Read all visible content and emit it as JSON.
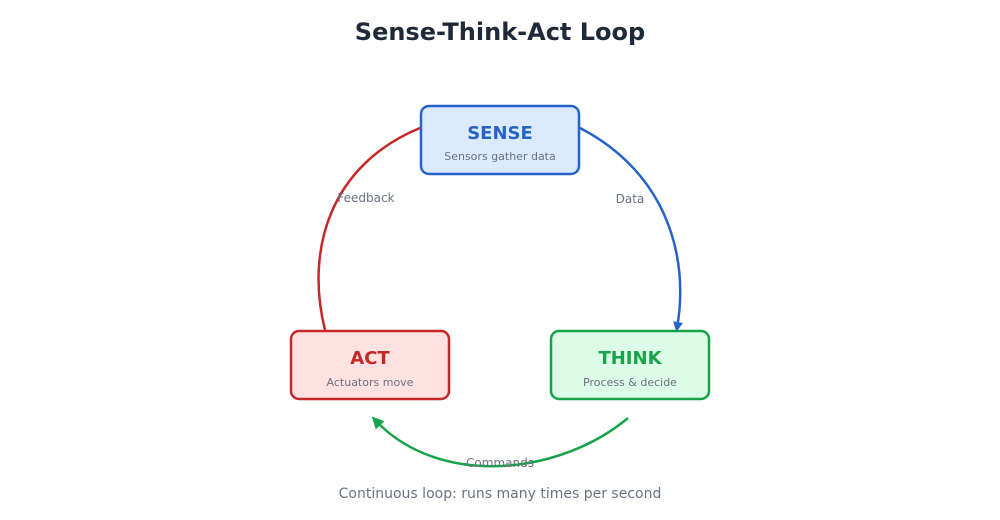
{
  "title": "Sense-Think-Act Loop",
  "caption": "Continuous loop: runs many times per second",
  "nodes": {
    "sense": {
      "label": "SENSE",
      "subtitle": "Sensors gather data",
      "stroke": "#2563c9",
      "fill": "#dbeafe",
      "text_color": "#2563c9"
    },
    "think": {
      "label": "THINK",
      "subtitle": "Process & decide",
      "stroke": "#16a34a",
      "fill": "#dcfce7",
      "text_color": "#16a34a"
    },
    "act": {
      "label": "ACT",
      "subtitle": "Actuators move",
      "stroke": "#c62828",
      "fill": "#fee2e2",
      "text_color": "#c62828"
    }
  },
  "edges": {
    "data": {
      "label": "Data",
      "from": "SENSE",
      "to": "THINK",
      "color": "#2563c9"
    },
    "commands": {
      "label": "Commands",
      "from": "THINK",
      "to": "ACT",
      "color": "#16a34a"
    },
    "feedback": {
      "label": "Feedback",
      "from": "ACT",
      "to": "SENSE",
      "color": "#c62828"
    }
  }
}
